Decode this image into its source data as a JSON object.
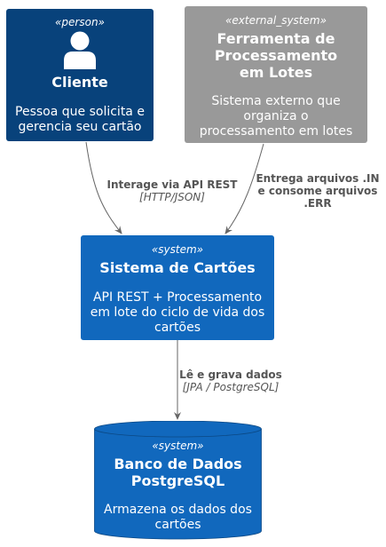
{
  "colors": {
    "person": "#08427b",
    "external_system": "#999999",
    "system": "#1168bd",
    "edge": "#666666",
    "edge_label": "#555555"
  },
  "nodes": {
    "cliente": {
      "stereotype": "«person»",
      "icon": "person-icon",
      "title": "Cliente",
      "description": "Pessoa que solicita e gerencia seu cartão"
    },
    "ferramenta": {
      "stereotype": "«external_system»",
      "title": "Ferramenta de Processamento em Lotes",
      "description": "Sistema externo que organiza o processamento em lotes"
    },
    "sistema": {
      "stereotype": "«system»",
      "title": "Sistema de Cartões",
      "description": "API REST + Processamento em lote do ciclo de vida dos cartões"
    },
    "banco": {
      "stereotype": "«system»",
      "title": "Banco de Dados PostgreSQL",
      "description": "Armazena os dados dos cartões"
    }
  },
  "edges": {
    "cliente_sistema": {
      "label": "Interage via API REST",
      "tech": "[HTTP/JSON]"
    },
    "ferramenta_sistema": {
      "label": "Entrega arquivos .IN e consome arquivos .ERR"
    },
    "sistema_banco": {
      "label": "Lê e grava dados",
      "tech": "[JPA / PostgreSQL]"
    }
  }
}
